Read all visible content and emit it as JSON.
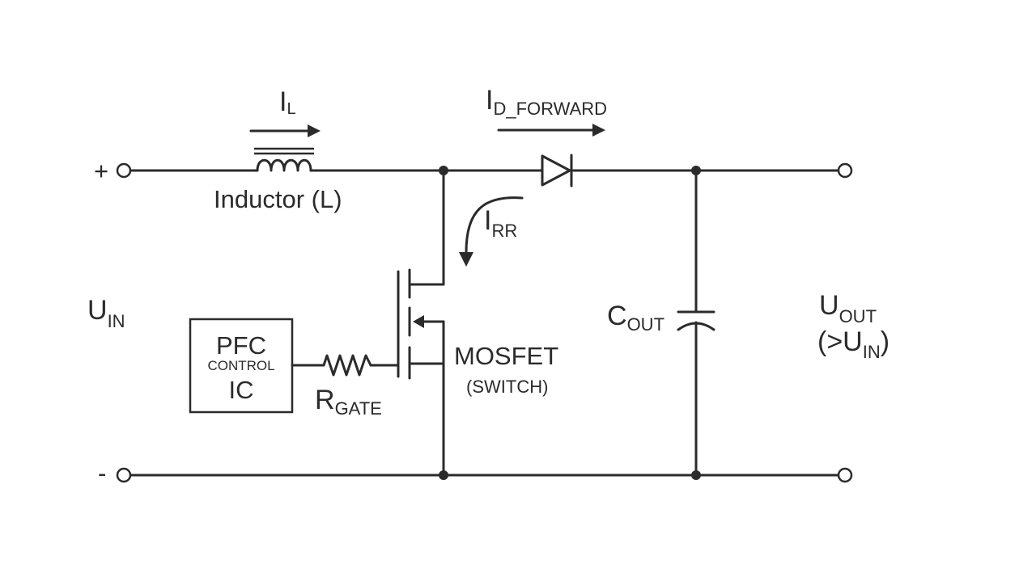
{
  "terminals": {
    "plus": "+",
    "minus": "-"
  },
  "inductor": {
    "current_main": "I",
    "current_sub": "L",
    "label": "Inductor (L)"
  },
  "diode": {
    "current_main": "I",
    "current_sub": "D_FORWARD"
  },
  "reverse_recovery": {
    "current_main": "I",
    "current_sub": "RR"
  },
  "input": {
    "main": "U",
    "sub": "IN"
  },
  "controller": {
    "line1": "PFC",
    "line2": "CONTROL",
    "line3": "IC"
  },
  "gate_resistor": {
    "main": "R",
    "sub": "GATE"
  },
  "mosfet": {
    "label": "MOSFET",
    "sublabel": "(SWITCH)"
  },
  "capacitor": {
    "main": "C",
    "sub": "OUT"
  },
  "output": {
    "main": "U",
    "sub": "OUT",
    "note_open": "(>U",
    "note_sub": "IN",
    "note_close": ")"
  }
}
